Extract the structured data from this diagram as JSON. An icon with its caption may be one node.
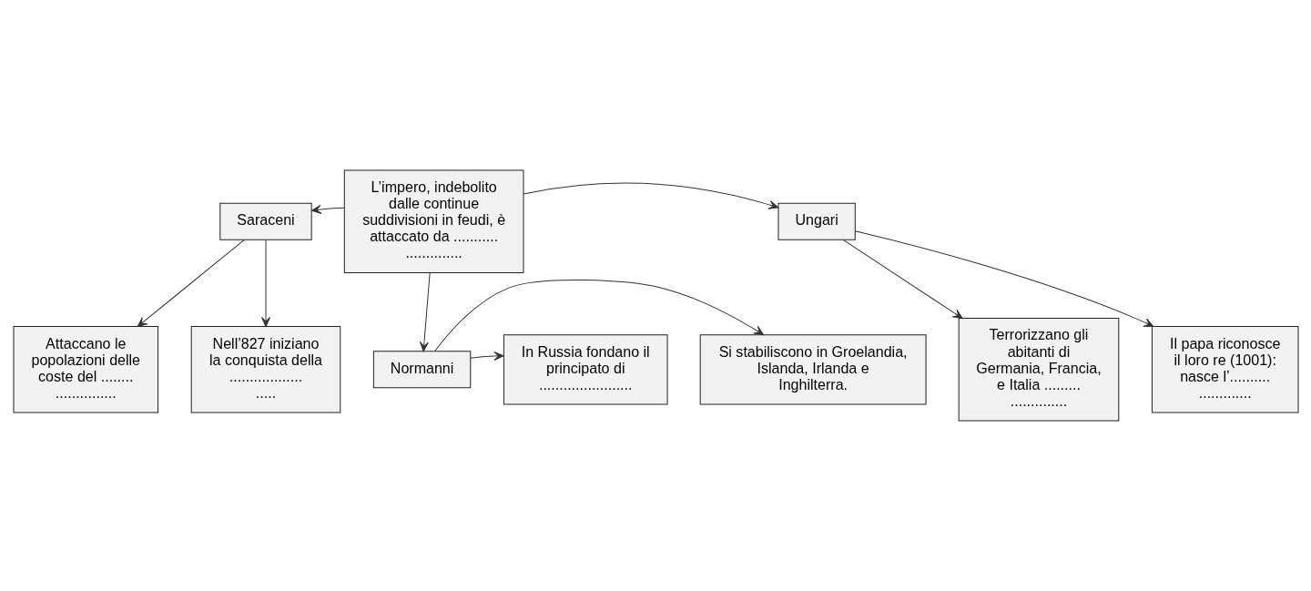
{
  "diagram": {
    "nodes": [
      {
        "text": [
          "Saraceni"
        ]
      },
      {
        "text": [
          "L’impero, indebolito dalle continue suddivisioni in feudi, è attaccato da ........................."
        ]
      },
      {
        "text": [
          "Ungari"
        ]
      },
      {
        "text": [
          "Attaccano le popolazioni delle coste del ......................."
        ]
      },
      {
        "text": [
          "Nell’827 iniziano la conquista della ......................."
        ]
      },
      {
        "text": [
          "Terrorizzano gli abitanti di Germania, Francia, e Italia ......................."
        ]
      },
      {
        "text": [
          "Il papa riconosce il loro re (1001): nasce l’......................."
        ]
      },
      {
        "text": [
          "Normanni"
        ]
      },
      {
        "text": [
          "Si stabiliscono in Groelandia, Islanda, Irlanda e Inghilterra."
        ]
      },
      {
        "text": [
          "In Russia fondano il principato di ......................."
        ]
      }
    ],
    "edges": [
      {
        "from": 1,
        "to": 0,
        "arrow": "to"
      },
      {
        "from": 1,
        "to": 2,
        "arrow": "to"
      },
      {
        "from": 0,
        "to": 3,
        "arrow": "to"
      },
      {
        "from": 0,
        "to": 4,
        "arrow": "to"
      },
      {
        "from": 2,
        "to": 5,
        "arrow": "to"
      },
      {
        "from": 2,
        "to": 6,
        "arrow": "to"
      },
      {
        "from": 1,
        "to": 7,
        "arrow": "to"
      },
      {
        "from": 7,
        "to": 8,
        "arrow": "to"
      },
      {
        "from": 7,
        "to": 9,
        "arrow": "to"
      }
    ]
  }
}
